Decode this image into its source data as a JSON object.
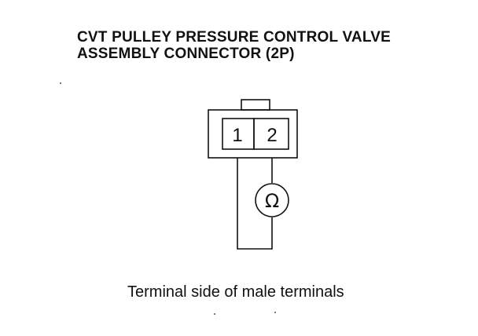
{
  "title": {
    "line1": "CVT PULLEY PRESSURE CONTROL VALVE",
    "line2": "ASSEMBLY CONNECTOR (2P)"
  },
  "connector": {
    "pins": [
      "1",
      "2"
    ],
    "meter_symbol": "Ω",
    "meter_icon": "ohmmeter-icon"
  },
  "caption": "Terminal side of male terminals"
}
